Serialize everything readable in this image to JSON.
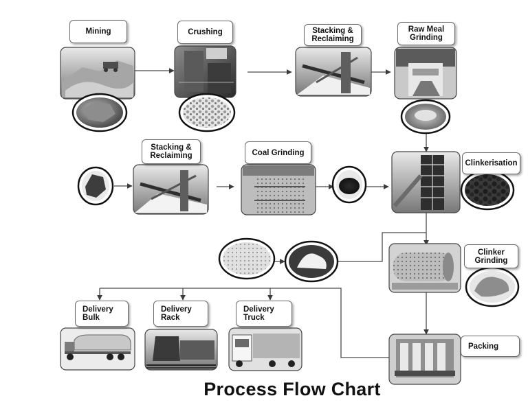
{
  "title": "Process Flow Chart",
  "steps": {
    "mining": "Mining",
    "crushing": "Crushing",
    "stacking_1": "Stacking &\nReclaiming",
    "raw_meal": "Raw Meal\nGrinding",
    "stacking_2": "Stacking &\nReclaiming",
    "coal_grinding": "Coal Grinding",
    "clinkerisation": "Clinkerisation",
    "clinker_grinding": "Clinker\nGrinding",
    "packing": "Packing",
    "delivery_bulk": "Delivery\nBulk",
    "delivery_rack": "Delivery\nRack",
    "delivery_truck": "Delivery\nTruck"
  },
  "colors": {
    "line": "#4a4a4a",
    "label_border": "#6b6b6b",
    "photo_dark": "#3a3a3a",
    "photo_light": "#d8d8d8"
  }
}
